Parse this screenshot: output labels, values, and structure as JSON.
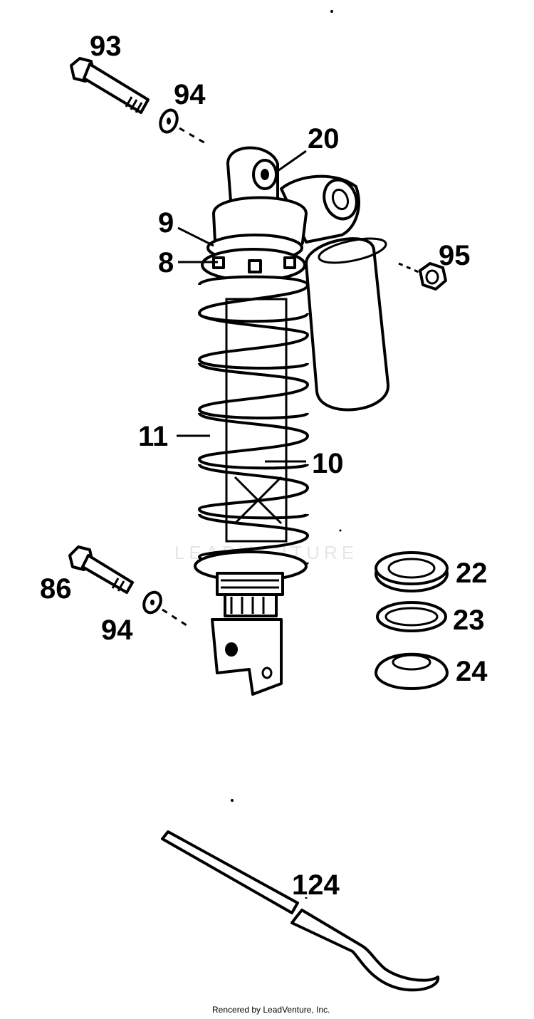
{
  "callouts": {
    "c93": "93",
    "c94_top": "94",
    "c20": "20",
    "c9": "9",
    "c8": "8",
    "c95": "95",
    "c11": "11",
    "c10": "10",
    "c22": "22",
    "c23": "23",
    "c24": "24",
    "c86": "86",
    "c94_bottom": "94",
    "c124": "124"
  },
  "watermark": "LEADVENTURE",
  "footer": "Rencered by LeadVenture, Inc.",
  "colors": {
    "ink": "#000000",
    "paper": "#ffffff",
    "watermark": "#e6e6e6"
  }
}
